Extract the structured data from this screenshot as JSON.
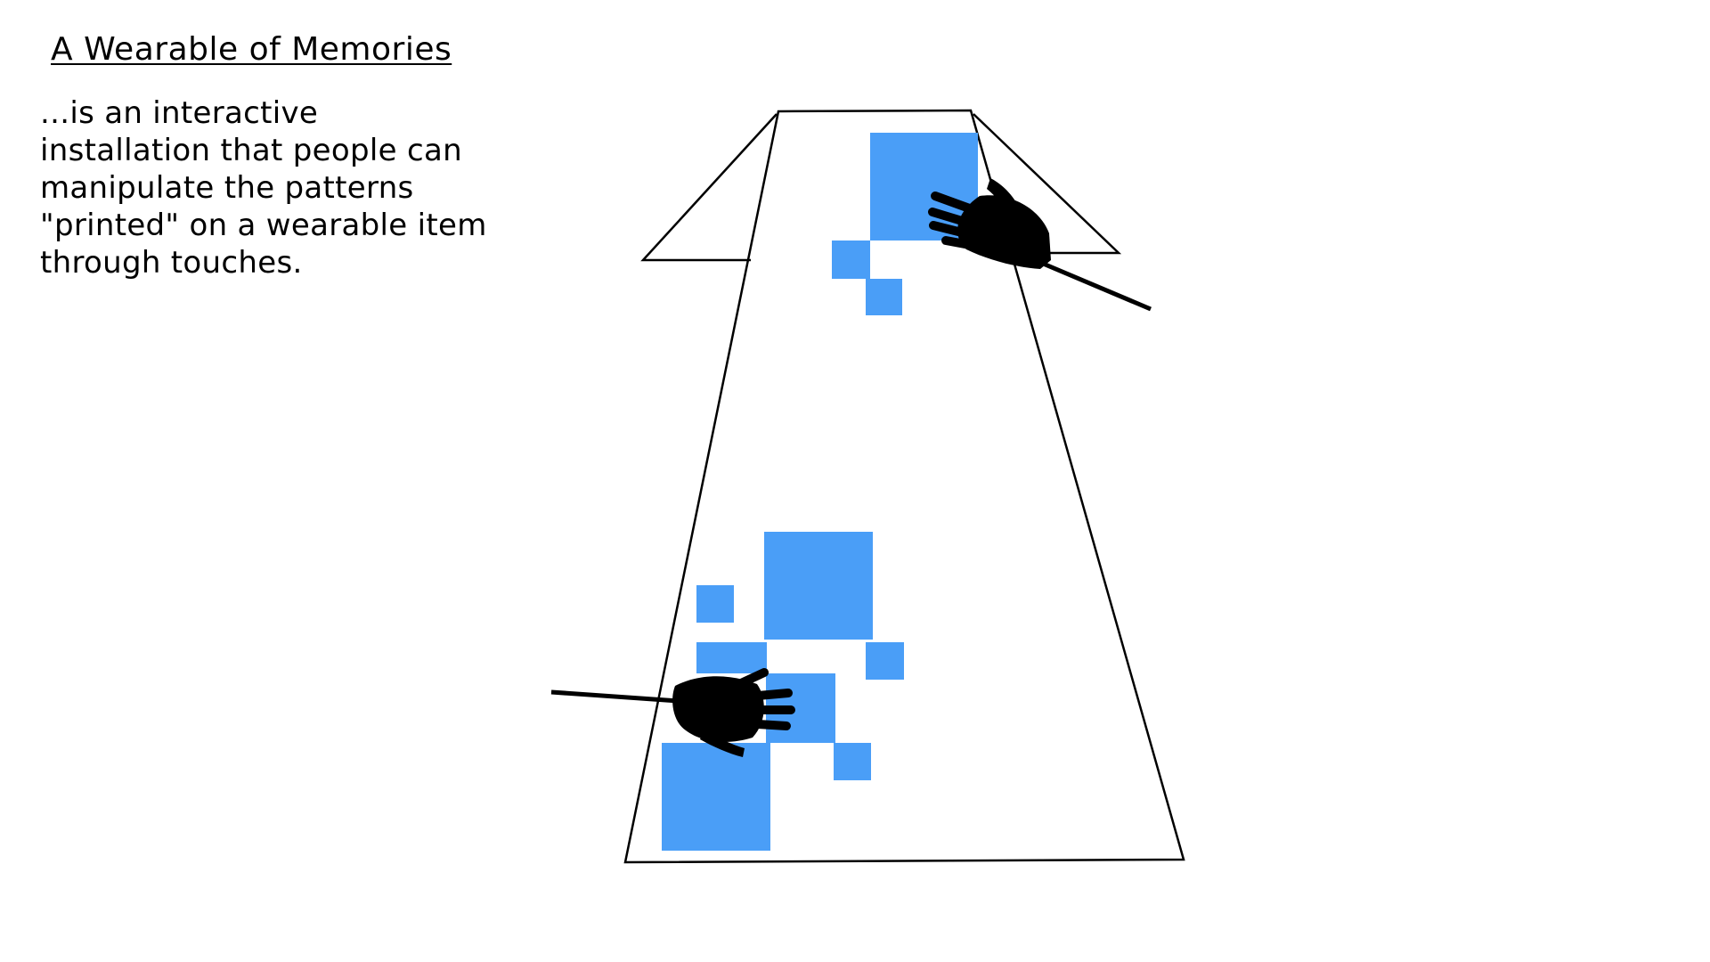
{
  "title": "A Wearable of Memories",
  "description_lines": [
    " ...is an interactive",
    "installation that people can",
    "manipulate the patterns",
    "\"printed\" on a wearable item",
    "through touches."
  ],
  "pattern_color": "#4a9ef7",
  "outline_color": "#000000",
  "hand_color": "#000000",
  "icons": [
    "garment-outline",
    "hand-icon",
    "sensor-wire"
  ]
}
